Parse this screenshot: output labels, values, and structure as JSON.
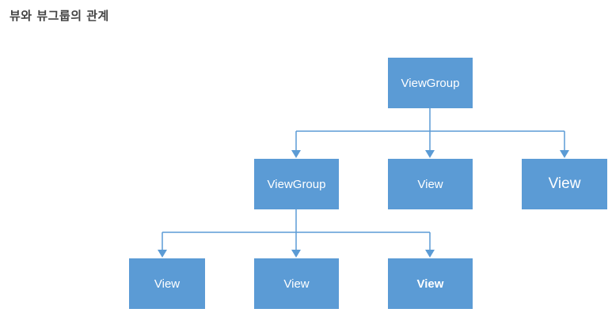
{
  "title": "뷰와 뷰그룹의 관계",
  "colors": {
    "node_fill": "#5b9bd5",
    "node_text": "#ffffff",
    "connector": "#5b9bd5",
    "title_text": "#444444"
  },
  "nodes": {
    "root": {
      "label": "ViewGroup"
    },
    "level1": [
      {
        "label": "ViewGroup"
      },
      {
        "label": "View"
      },
      {
        "label": "View"
      }
    ],
    "level2": [
      {
        "label": "View"
      },
      {
        "label": "View"
      },
      {
        "label": "View"
      }
    ]
  },
  "edges": [
    {
      "from": "root",
      "to": "level1.0"
    },
    {
      "from": "root",
      "to": "level1.1"
    },
    {
      "from": "root",
      "to": "level1.2"
    },
    {
      "from": "level1.0",
      "to": "level2.0"
    },
    {
      "from": "level1.0",
      "to": "level2.1"
    },
    {
      "from": "level1.0",
      "to": "level2.2"
    }
  ]
}
